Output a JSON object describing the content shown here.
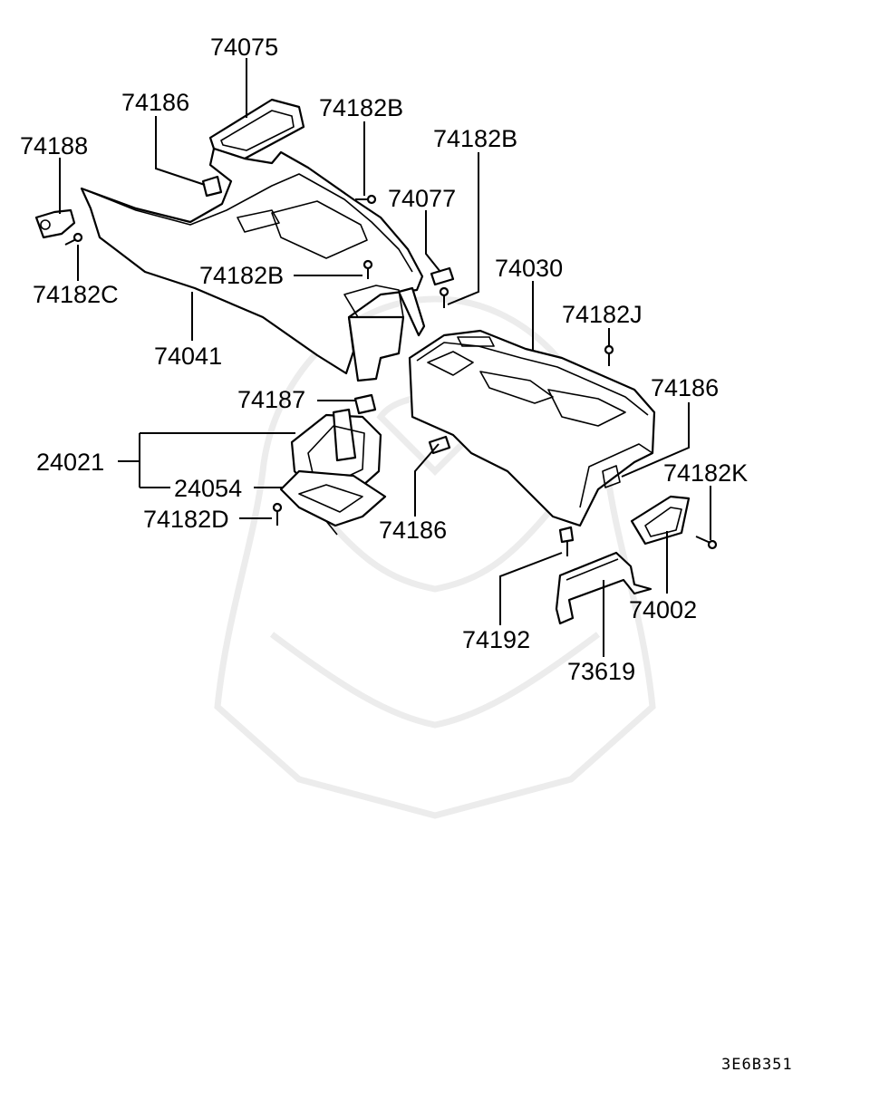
{
  "diagram": {
    "labels": {
      "p74075": "74075",
      "p74186_top": "74186",
      "p74182B_a": "74182B",
      "p74182B_b": "74182B",
      "p74188": "74188",
      "p74077": "74077",
      "p74182C": "74182C",
      "p74182B_c": "74182B",
      "p74030": "74030",
      "p74182J": "74182J",
      "p74041": "74041",
      "p74187": "74187",
      "p74186_right": "74186",
      "p24021": "24021",
      "p74182K": "74182K",
      "p24054": "24054",
      "p74182D": "74182D",
      "p74186_mid": "74186",
      "p74002": "74002",
      "p74192": "74192",
      "p73619": "73619"
    },
    "drawing_code": "3E6B351"
  }
}
